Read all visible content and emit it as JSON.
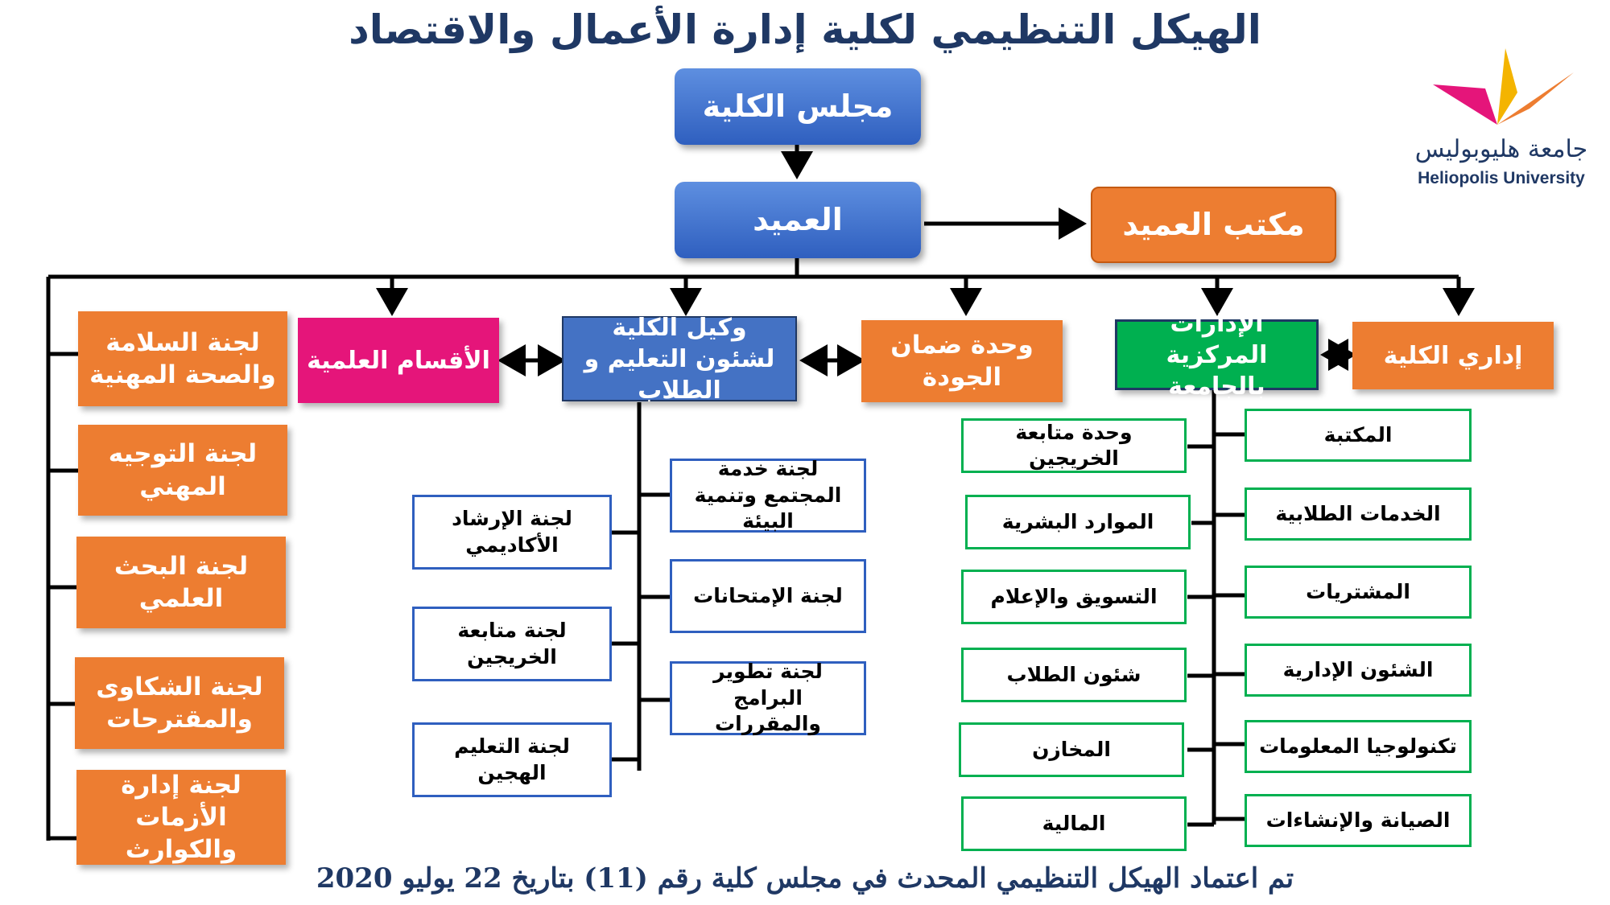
{
  "title": "الهيكل التنظيمي لكلية إدارة الأعمال والاقتصاد",
  "footer": "تم اعتماد الهيكل التنظيمي المحدث في مجلس كلية رقم (11) بتاريخ 22 يوليو 2020",
  "logo": {
    "arabic": "جامعة هليوبوليس",
    "english": "Heliopolis University"
  },
  "colors": {
    "title": "#1f3864",
    "blue": "#4472c4",
    "orange": "#ed7d31",
    "pink": "#e5157a",
    "green": "#00b050"
  },
  "top": {
    "council": "مجلس الكلية",
    "dean": "العميد",
    "dean_office": "مكتب العميد"
  },
  "level2": {
    "faculty_admin": "إداري الكلية",
    "central_admin": "الإدارات المركزية بالجامعة",
    "quality": "وحدة ضمان الجودة",
    "vice_dean": "وكيل الكلية لشئون التعليم و الطلاب",
    "departments": "الأقسام العلمية"
  },
  "left_committees": [
    "لجنة السلامة والصحة المهنية",
    "لجنة التوجيه المهني",
    "لجنة البحث العلمي",
    "لجنة الشكاوى والمقترحات",
    "لجنة إدارة الأزمات والكوارث"
  ],
  "vice_right": [
    "لجنة خدمة المجتمع وتنمية البيئة",
    "لجنة الإمتحانات",
    "لجنة تطوير البرامج والمقررات"
  ],
  "vice_left": [
    "لجنة الإرشاد الأكاديمي",
    "لجنة متابعة الخريجين",
    "لجنة التعليم الهجين"
  ],
  "central_right": [
    "المكتبة",
    "الخدمات الطلابية",
    "المشتريات",
    "الشئون الإدارية",
    "تكنولوجيا المعلومات",
    "الصيانة والإنشاءات"
  ],
  "central_left": [
    "وحدة متابعة الخريجين",
    "الموارد البشرية",
    "التسويق والإعلام",
    "شئون الطلاب",
    "المخازن",
    "المالية"
  ]
}
